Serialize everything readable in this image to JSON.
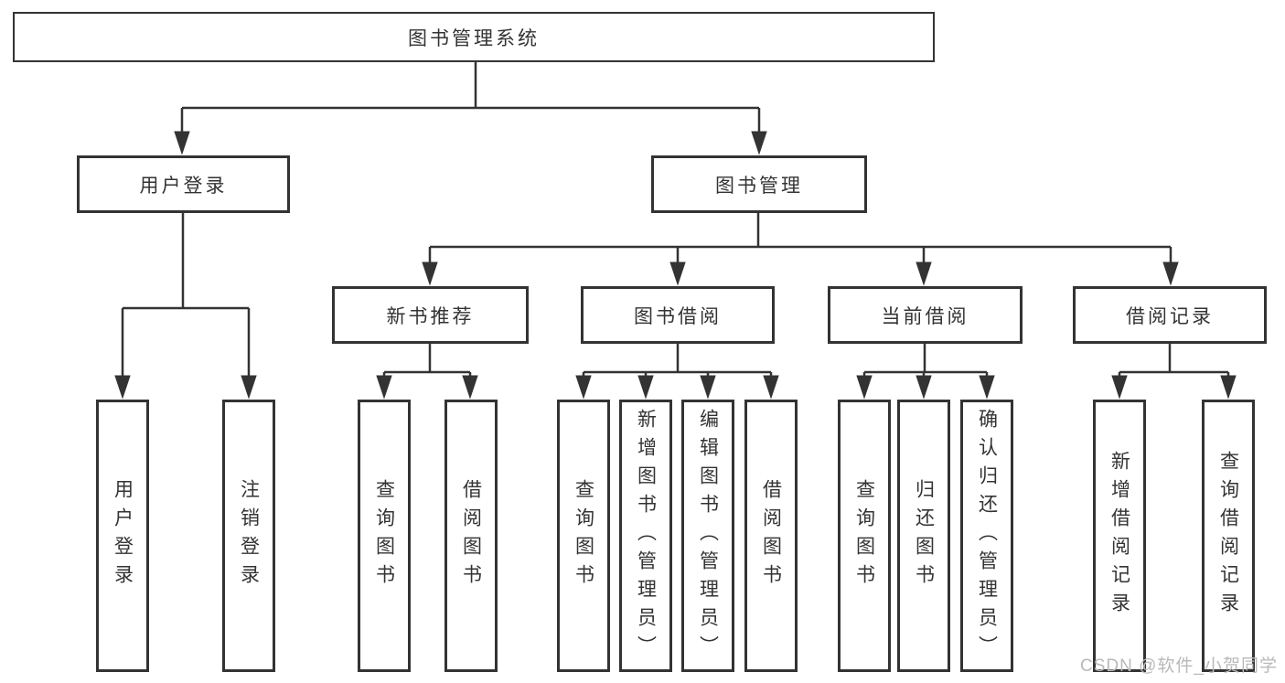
{
  "title": "图书管理系统",
  "tree": {
    "label": "图书管理系统",
    "children": [
      {
        "label": "用户登录",
        "children": [
          {
            "label": "用户登录"
          },
          {
            "label": "注销登录"
          }
        ]
      },
      {
        "label": "图书管理",
        "children": [
          {
            "label": "新书推荐",
            "children": [
              {
                "label": "查询图书"
              },
              {
                "label": "借阅图书"
              }
            ]
          },
          {
            "label": "图书借阅",
            "children": [
              {
                "label": "查询图书"
              },
              {
                "label": "新增图书（管理员）"
              },
              {
                "label": "编辑图书（管理员）"
              },
              {
                "label": "借阅图书"
              }
            ]
          },
          {
            "label": "当前借阅",
            "children": [
              {
                "label": "查询图书"
              },
              {
                "label": "归还图书"
              },
              {
                "label": "确认归还（管理员）"
              }
            ]
          },
          {
            "label": "借阅记录",
            "children": [
              {
                "label": "新增借阅记录"
              },
              {
                "label": "查询借阅记录"
              }
            ]
          }
        ]
      }
    ]
  },
  "watermark": "CSDN @软件_小贺同学",
  "colors": {
    "line": "#333333",
    "text": "#333333",
    "box_bg": "#ffffff",
    "page_bg": "#ffffff",
    "watermark": "#b9b9b9"
  }
}
